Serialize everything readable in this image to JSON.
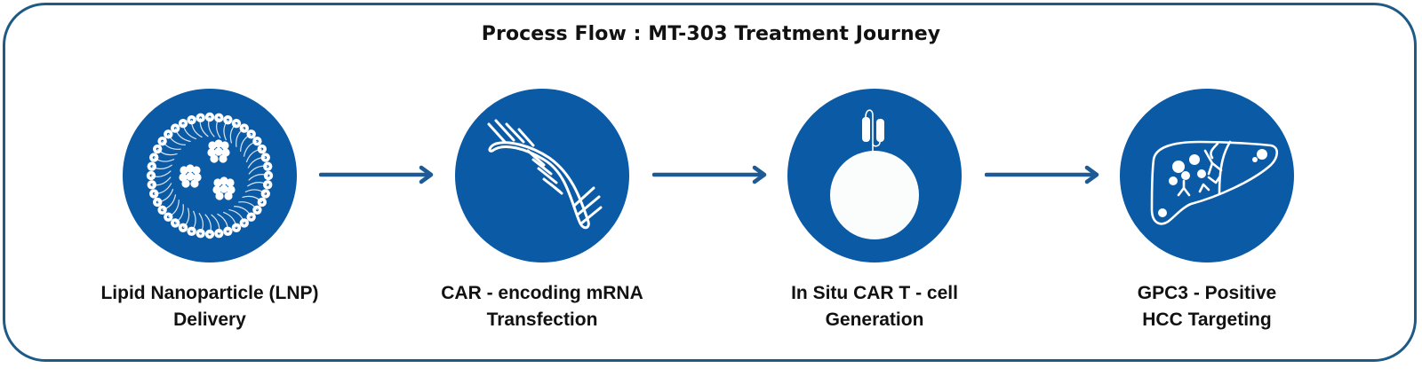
{
  "title": "Process Flow : MT-303 Treatment Journey",
  "colors": {
    "accent": "#0b5aa6",
    "border": "#1d5a86",
    "text": "#111111",
    "icon_fg": "#ffffff"
  },
  "steps": [
    {
      "icon": "lipid-nanoparticle-icon",
      "label_line1": "Lipid Nanoparticle (LNP)",
      "label_line2": "Delivery"
    },
    {
      "icon": "mrna-strand-icon",
      "label_line1": "CAR - encoding mRNA",
      "label_line2": "Transfection"
    },
    {
      "icon": "car-t-cell-icon",
      "label_line1": "In Situ CAR  T - cell",
      "label_line2": "Generation"
    },
    {
      "icon": "liver-tumor-icon",
      "label_line1": "GPC3 - Positive",
      "label_line2": "HCC Targeting"
    }
  ],
  "arrows": [
    {
      "icon": "arrow-right-icon",
      "from": "step-1",
      "to": "step-2"
    },
    {
      "icon": "arrow-right-icon",
      "from": "step-2",
      "to": "step-3"
    },
    {
      "icon": "arrow-right-icon",
      "from": "step-3",
      "to": "step-4"
    }
  ]
}
